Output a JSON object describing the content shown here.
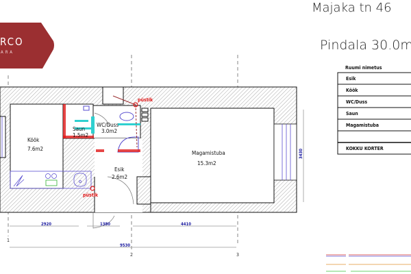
{
  "logo": {
    "text_main": "RCO",
    "text_sub": "ARA",
    "color": "#9b2f31"
  },
  "header": {
    "address": "Majaka tn 46",
    "area": "Pindala 30.0m"
  },
  "room_table": {
    "header": "Ruumi nimetus",
    "rows": [
      "Esik",
      "Köök",
      "WC/Duss",
      "Saun",
      "Magamistuba",
      "",
      "KOKKU KORTER"
    ]
  },
  "rooms": {
    "kook": {
      "name": "Köök",
      "area": "7.6m2"
    },
    "saun": {
      "name": "Saun",
      "area": "1.5m2"
    },
    "wc": {
      "name": "WC/Duss",
      "area": "3.0m2"
    },
    "esik": {
      "name": "Esik",
      "area": "2.6m2"
    },
    "magamistuba": {
      "name": "Magamistuba",
      "area": "15.3m2"
    }
  },
  "markers": {
    "riser_top": "püstik",
    "riser_bottom": "püstik"
  },
  "dimensions": {
    "d1": "2920",
    "d2": "1380",
    "d3": "4410",
    "total": "9530",
    "height": "3430"
  },
  "axes": {
    "a1": "1",
    "a2": "2",
    "a3": "3"
  },
  "colors": {
    "wall": "#111111",
    "hatch": "#9a9a9a",
    "fixture": "#5a4fd0",
    "red": "#e01818",
    "cyan": "#2fd0d0",
    "dim": "#1a1aa0"
  }
}
